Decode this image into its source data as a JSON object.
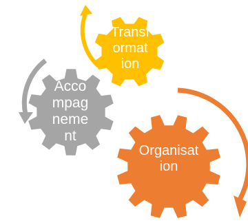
{
  "gears": [
    {
      "id": "accompagnement",
      "label_lines": [
        "Acco",
        "mpag",
        "neme",
        "nt"
      ],
      "color": "#a5a5a5"
    },
    {
      "id": "transformation",
      "label_lines": [
        "Transf",
        "ormat",
        "ion"
      ],
      "color": "#ffc000"
    },
    {
      "id": "organisation",
      "label_lines": [
        "Organisat",
        "ion"
      ],
      "color": "#ed7d31"
    }
  ]
}
